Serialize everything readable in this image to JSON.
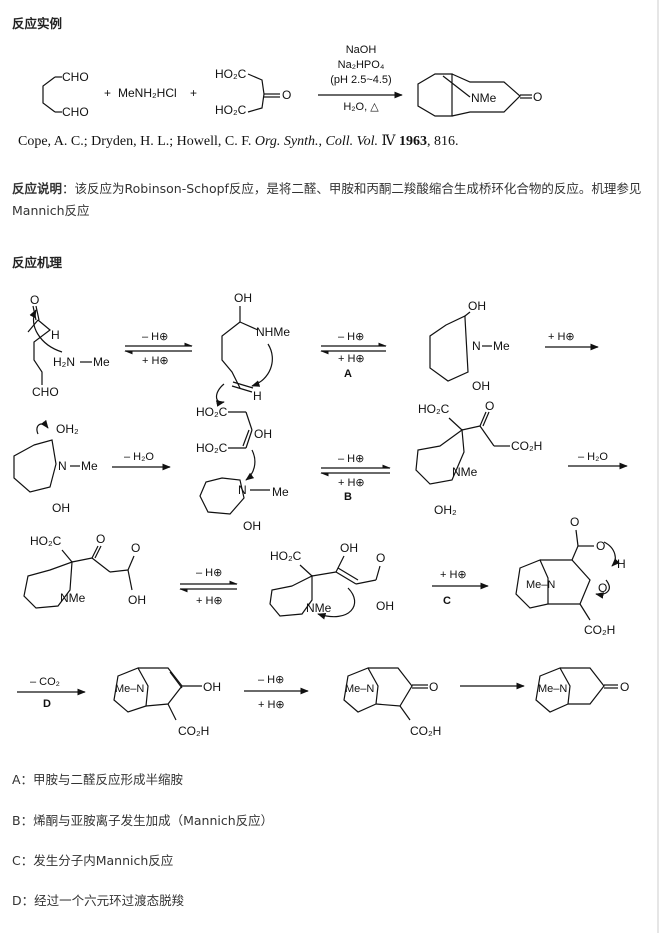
{
  "section1": {
    "title": "反应实例"
  },
  "example": {
    "reagent1": "MeNH₂HCl",
    "plus": "+",
    "conditions": [
      "NaOH",
      "Na₂HPO₄",
      "(pH 2.5~4.5)",
      "H₂O, △"
    ],
    "citation": {
      "authors": "Cope, A. C.; Dryden, H. L.; Howell, C. F.",
      "journal": "Org. Synth.",
      "series": "Coll. Vol.",
      "volume": "Ⅳ",
      "year": "1963",
      "page": "816."
    }
  },
  "section2": {
    "title": "反应说明",
    "text": "：该反应为Robinson-Schopf反应，是将二醛、甲胺和丙酮二羧酸缩合生成桥环化合物的反应。机理参见Mannich反应"
  },
  "section3": {
    "title": "反应机理"
  },
  "labels": {
    "CHO": "CHO",
    "H": "H",
    "HO2C": "HO₂C",
    "O": "O",
    "OH": "OH",
    "NMe": "NMe",
    "NHMe": "NHMe",
    "N": "N",
    "Me": "Me",
    "CO2H": "CO₂H",
    "OH2": "OH₂",
    "H2N": "H₂N",
    "MeN": "Me–N",
    "minusH": "– H⊕",
    "plusH": "+ H⊕",
    "minusH2O": "– H₂O",
    "minusCO2": "– CO₂",
    "A": "A",
    "B": "B",
    "C": "C",
    "D": "D"
  },
  "notes": [
    "A：甲胺与二醛反应形成半缩胺",
    "B：烯酮与亚胺离子发生加成（Mannich反应）",
    "C：发生分子内Mannich反应",
    "D：经过一个六元环过渡态脱羧"
  ]
}
